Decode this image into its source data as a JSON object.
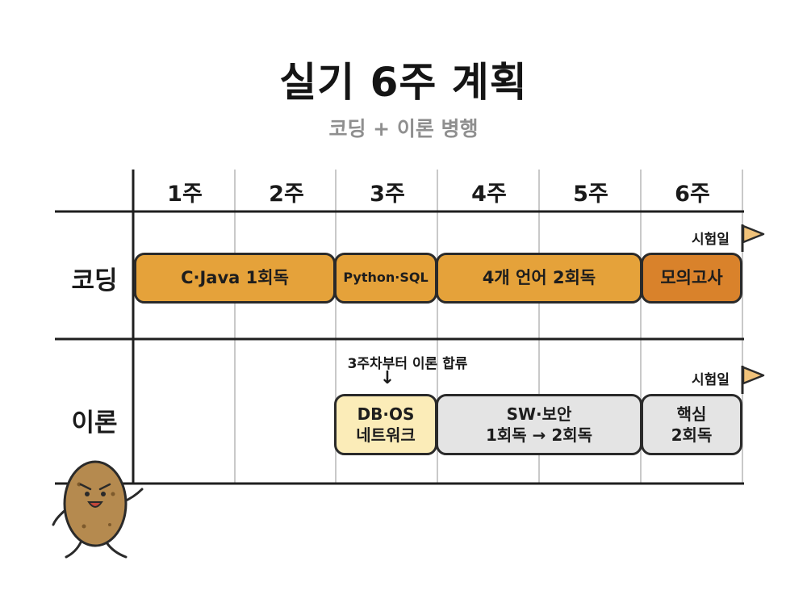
{
  "title": "실기 6주 계획",
  "subtitle": "코딩 + 이론 병행",
  "weeks": [
    "1주",
    "2주",
    "3주",
    "4주",
    "5주",
    "6주"
  ],
  "rows": {
    "coding": {
      "label": "코딩",
      "bars": [
        {
          "label": "C·Java 1회독"
        },
        {
          "label": "Python·SQL"
        },
        {
          "label": "4개 언어 2회독"
        },
        {
          "label": "모의고사"
        }
      ],
      "exam_label": "시험일"
    },
    "theory": {
      "label": "이론",
      "note": "3주차부터 이론 합류",
      "note_arrow": "↓",
      "bars": [
        {
          "line1": "DB·OS",
          "line2": "네트워크"
        },
        {
          "line1": "SW·보안",
          "line2": "1회독 → 2회독"
        },
        {
          "line1": "핵심",
          "line2": "2회독"
        }
      ],
      "exam_label": "시험일"
    }
  },
  "colors": {
    "coding_bar": "#e5a23a",
    "mock_exam_bar": "#d9822b",
    "theory_first_bar": "#fbecb8",
    "theory_bar": "#e4e4e4",
    "flag": "#f0c27a",
    "subtitle": "#8f8f8f"
  },
  "icons": {
    "exam_marker": "flag-icon",
    "mascot": "potato-mascot-icon"
  }
}
